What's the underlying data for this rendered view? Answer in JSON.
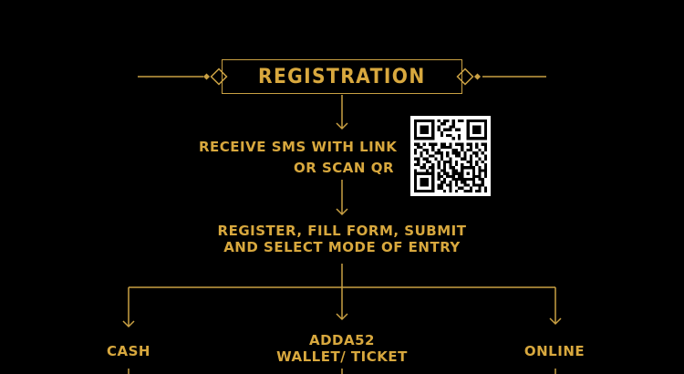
{
  "title": "REGISTRATION",
  "step1": {
    "line1": "RECEIVE SMS WITH LINK",
    "line2": "OR SCAN QR"
  },
  "step2": {
    "line1": "REGISTER, FILL FORM, SUBMIT",
    "line2": "AND SELECT MODE OF ENTRY"
  },
  "options": {
    "cash": "CASH",
    "wallet_line1": "ADDA52",
    "wallet_line2": "WALLET/ TICKET",
    "online": "ONLINE"
  },
  "colors": {
    "background": "#000000",
    "accent_gold": "#d8a83e",
    "qr_background": "#ffffff"
  },
  "icons": {
    "qr": "qr-code-icon",
    "divider": "diamond-ornament-icon"
  }
}
